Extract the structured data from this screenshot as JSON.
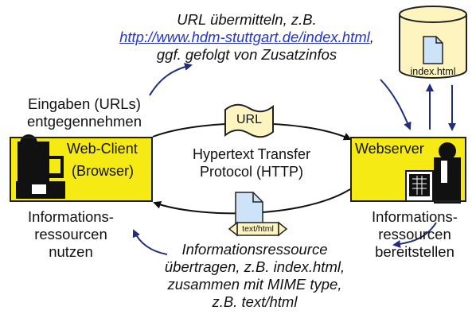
{
  "top_note": {
    "line1": "URL übermitteln, z.B.",
    "link": "http://www.hdm-stuttgart.de/index.html",
    "link_suffix": ",",
    "line3": "ggf. gefolgt von Zusatzinfos"
  },
  "server_storage": {
    "file": "index.html"
  },
  "client": {
    "action_input": [
      "Eingaben (URLs)",
      "entgegennehmen"
    ],
    "title_line1": "Web-Client",
    "title_line2": "(Browser)",
    "action_use": [
      "Informations-",
      "ressourcen",
      "nutzen"
    ]
  },
  "server": {
    "title": "Webserver",
    "action_provide": [
      "Informations-",
      "ressourcen",
      "bereitstellen"
    ]
  },
  "protocol": {
    "line1": "Hypertext Transfer",
    "line2": "Protocol (HTTP)"
  },
  "request_flag": "URL",
  "response_doc": "text/html",
  "bottom_note": [
    "Informationsressource",
    "übertragen, z.B. index.html,",
    "zusammen mit MIME type,",
    "z.B. text/html"
  ],
  "colors": {
    "box_fill": "#f5ea14",
    "flag_fill": "#fdf4c0",
    "doc_fill": "#cde3f7",
    "arrow": "#1f2d7a"
  }
}
